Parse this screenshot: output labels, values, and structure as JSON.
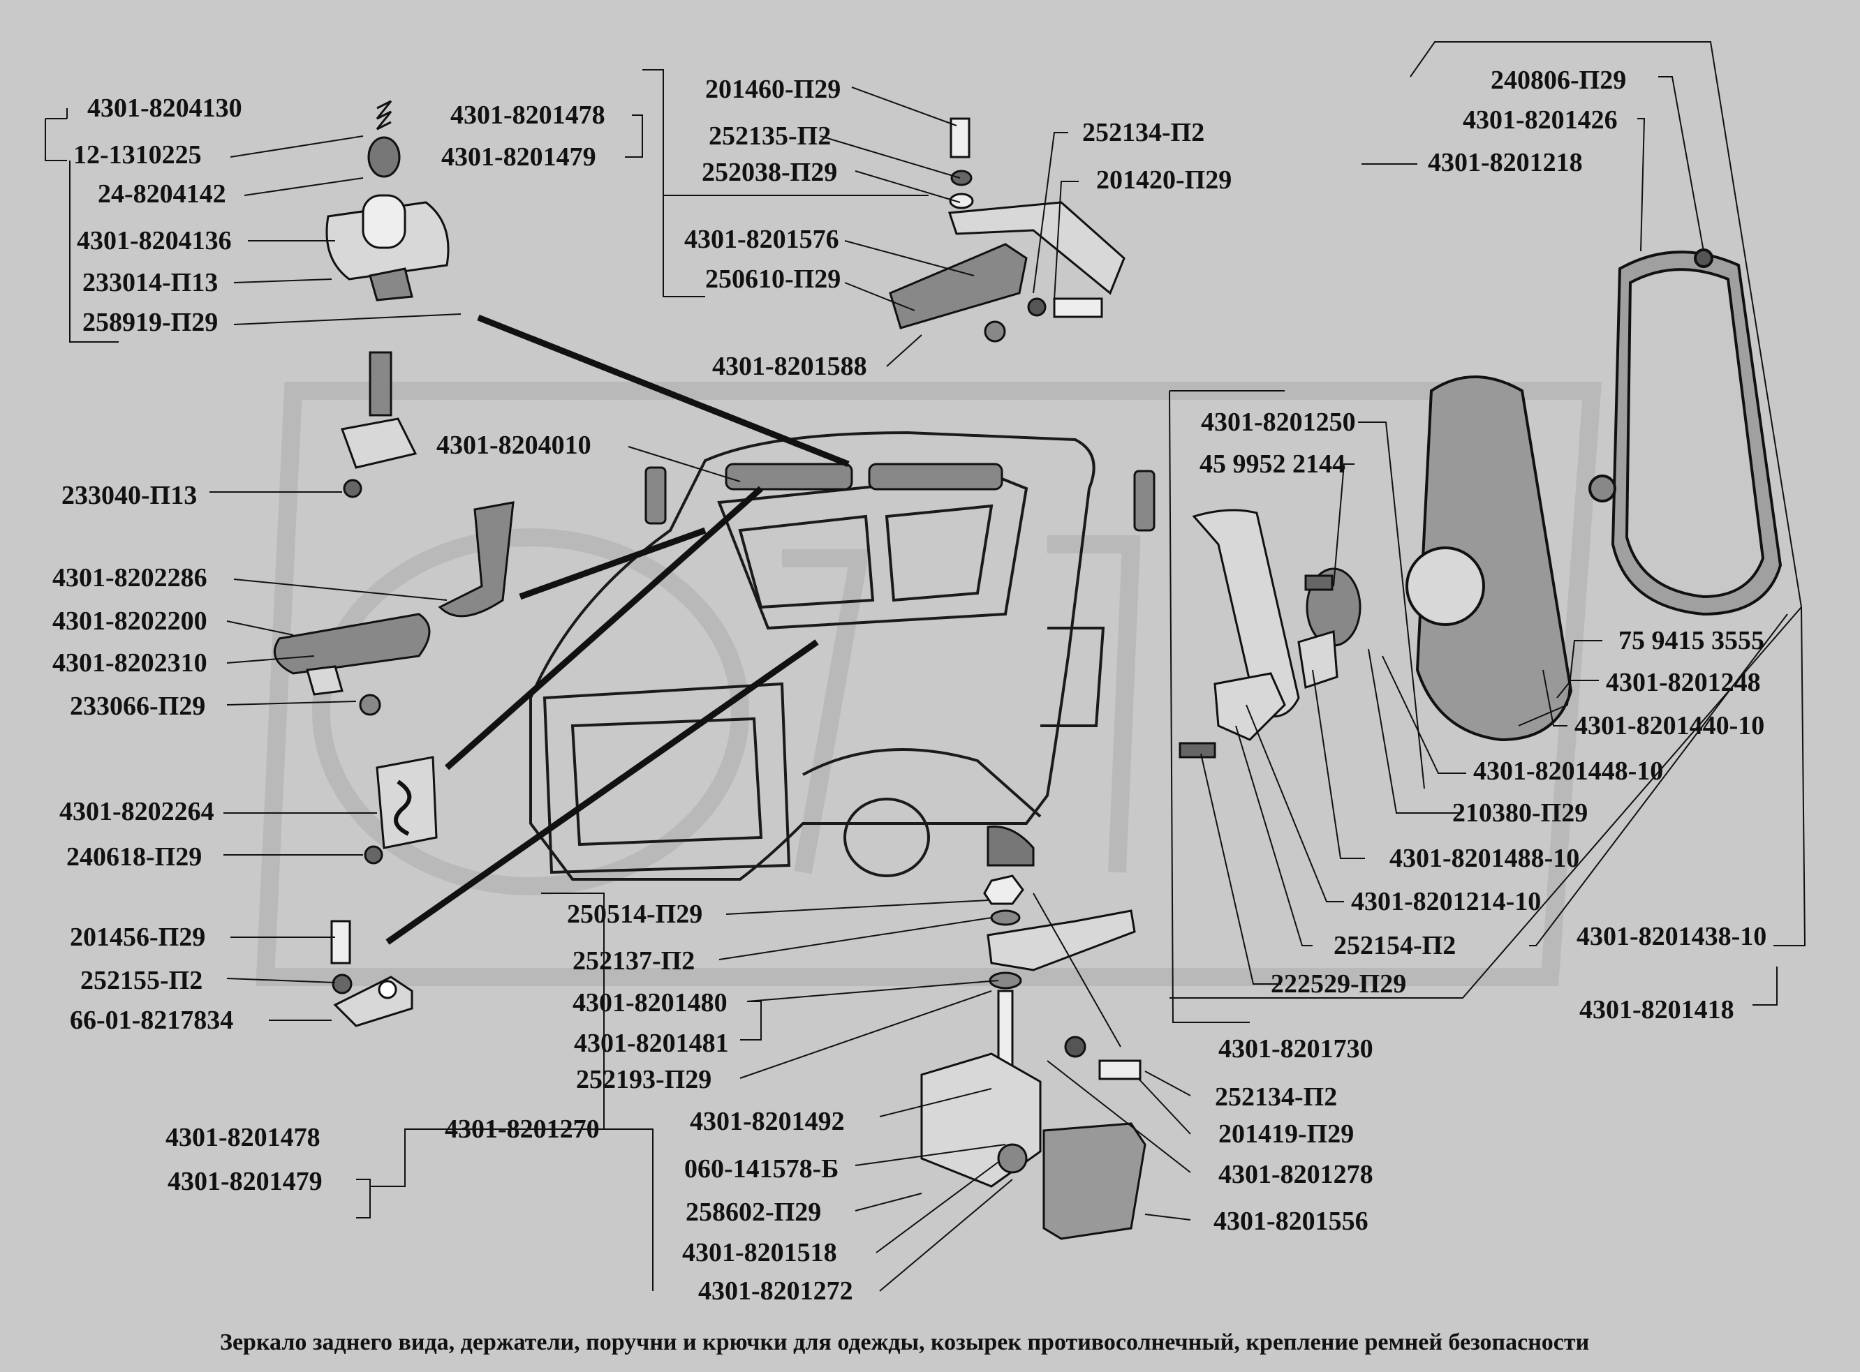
{
  "title": "Зеркало заднего вида, держатели, поручни и крючки для одежды, козырек противосолнечный, крепление ремней безопасности",
  "labels": {
    "l4301_8204130": "4301-8204130",
    "l12_1310225": "12-1310225",
    "l24_8204142": "24-8204142",
    "l4301_8204136": "4301-8204136",
    "l233014": "233014-П13",
    "l258919": "258919-П29",
    "l4301_8201478_top": "4301-8201478",
    "l4301_8201479_top": "4301-8201479",
    "l201460": "201460-П29",
    "l252135": "252135-П2",
    "l252038": "252038-П29",
    "l4301_8201576": "4301-8201576",
    "l250610": "250610-П29",
    "l4301_8201588": "4301-8201588",
    "l252134_top": "252134-П2",
    "l201420": "201420-П29",
    "l240806": "240806-П29",
    "l4301_8201426": "4301-8201426",
    "l4301_8201218": "4301-8201218",
    "l4301_8204010": "4301-8204010",
    "l233040": "233040-П13",
    "l4301_8202286": "4301-8202286",
    "l4301_8202200": "4301-8202200",
    "l4301_8202310": "4301-8202310",
    "l233066": "233066-П29",
    "l4301_8202264": "4301-8202264",
    "l240618": "240618-П29",
    "l201456": "201456-П29",
    "l252155": "252155-П2",
    "l66_01_8217834": "66-01-8217834",
    "l4301_8201250": "4301-8201250",
    "l45_9952_2144": "45 9952 2144",
    "l75_9415_3555": "75 9415 3555",
    "l4301_8201248": "4301-8201248",
    "l4301_8201440_10": "4301-8201440-10",
    "l4301_8201448_10": "4301-8201448-10",
    "l210380": "210380-П29",
    "l4301_8201488_10": "4301-8201488-10",
    "l4301_8201214_10": "4301-8201214-10",
    "l252154": "252154-П2",
    "l222529": "222529-П29",
    "l4301_8201438_10": "4301-8201438-10",
    "l4301_8201418": "4301-8201418",
    "l250514": "250514-П29",
    "l252137": "252137-П2",
    "l4301_8201480": "4301-8201480",
    "l4301_8201481": "4301-8201481",
    "l252193": "252193-П29",
    "l4301_8201730": "4301-8201730",
    "l252134_bot": "252134-П2",
    "l201419": "201419-П29",
    "l4301_8201278": "4301-8201278",
    "l4301_8201556": "4301-8201556",
    "l4301_8201492": "4301-8201492",
    "l060_141578": "060-141578-Б",
    "l258602": "258602-П29",
    "l4301_8201518": "4301-8201518",
    "l4301_8201272": "4301-8201272",
    "l4301_8201270": "4301-8201270",
    "l4301_8201478_bot": "4301-8201478",
    "l4301_8201479_bot": "4301-8201479"
  }
}
